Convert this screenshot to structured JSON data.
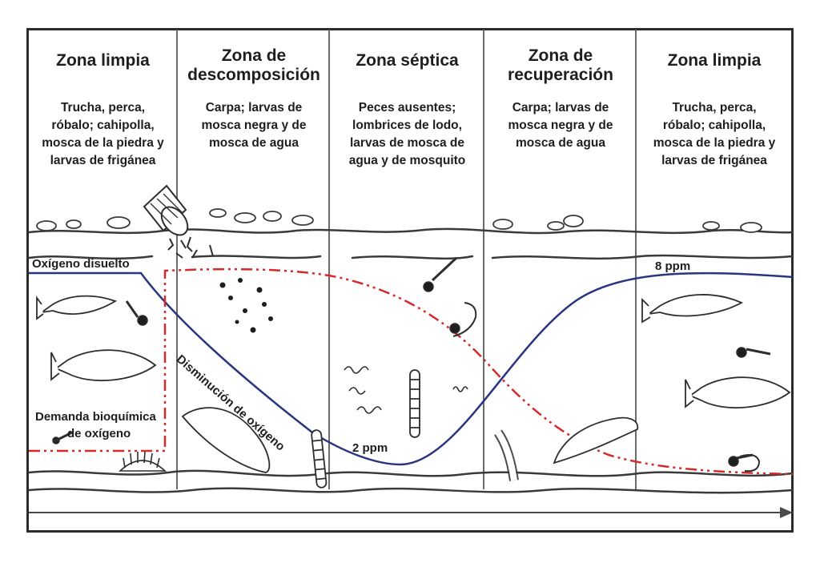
{
  "zones": [
    {
      "title": "Zona limpia",
      "desc": "Trucha, perca,\nróbalo; cahipolla,\nmosca de la piedra y\nlarvas de frigánea"
    },
    {
      "title": "Zona de\ndescomposición",
      "desc": "Carpa; larvas de\nmosca negra y de\nmosca de agua"
    },
    {
      "title": "Zona séptica",
      "desc": "Peces ausentes;\nlombrices de lodo,\nlarvas de mosca de\nagua y de mosquito"
    },
    {
      "title": "Zona de\nrecuperación",
      "desc": "Carpa; larvas de\nmosca negra y de\nmosca de agua"
    },
    {
      "title": "Zona limpia",
      "desc": "Trucha, perca,\nróbalo; cahipolla,\nmosca de la piedra y\nlarvas de frigánea"
    }
  ],
  "labels": {
    "dissolved_oxygen": "Oxígeno disuelto",
    "bod_line1": "Demanda bioquímica",
    "bod_line2": "de oxígeno",
    "oxygen_decrease": "Disminución de oxígeno",
    "min_value": "2 ppm",
    "max_value": "8 ppm"
  },
  "colors": {
    "oxygen_curve": "#2a3580",
    "bod_curve": "#d42a2a",
    "lines": "#4a4a4a"
  }
}
